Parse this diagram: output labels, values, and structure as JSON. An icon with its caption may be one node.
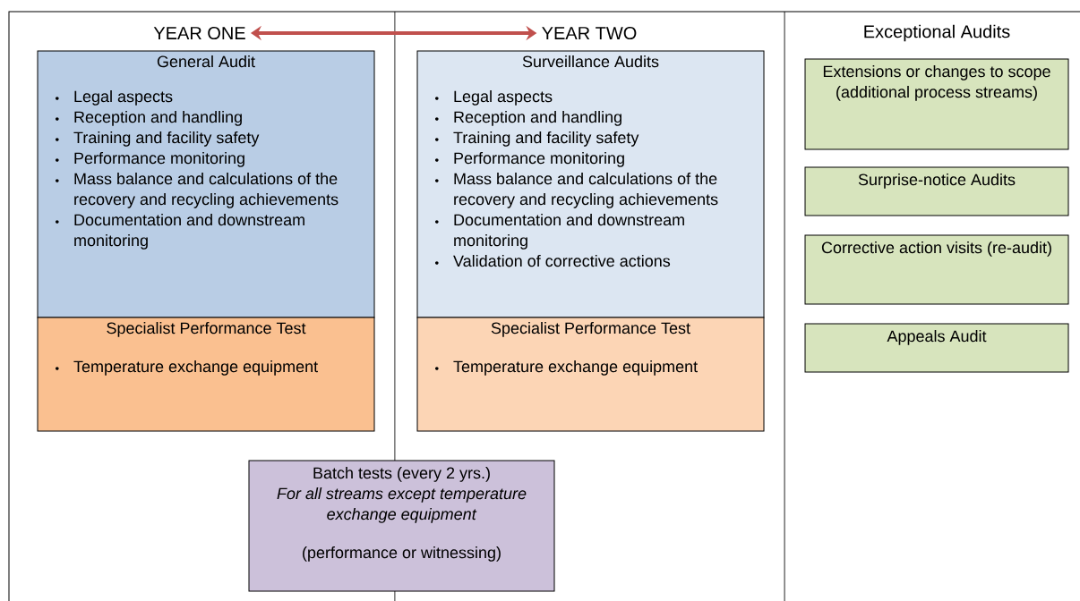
{
  "diagram": {
    "nodes": [
      {
        "text": [
          "YEAR ONE"
        ]
      },
      {
        "text": [
          "YEAR TWO"
        ]
      },
      {
        "text": [
          "General Audit",
          "Legal aspects",
          "Reception and handling",
          "Training and facility safety",
          "Performance monitoring",
          "Mass balance and calculations of the recovery and recycling achievements",
          "Documentation and downstream monitoring"
        ]
      },
      {
        "text": [
          "Specialist Performance Test",
          "Temperature exchange equipment"
        ]
      },
      {
        "text": [
          "Surveillance Audits",
          "Legal aspects",
          "Reception and handling",
          "Training and facility safety",
          "Performance monitoring",
          "Mass balance and calculations of the recovery and recycling achievements",
          "Documentation and downstream monitoring",
          "Validation of corrective actions"
        ]
      },
      {
        "text": [
          "Specialist Performance Test",
          "Temperature exchange equipment"
        ]
      },
      {
        "text": [
          "Batch tests (every 2 yrs.)",
          "*For all streams except temperature exchange equipment*",
          "(performance or witnessing)"
        ]
      },
      {
        "text": [
          "Extensions or changes to scope (additional process streams)"
        ]
      },
      {
        "text": [
          "Surprise-notice Audits"
        ]
      },
      {
        "text": [
          "Corrective action visits (re-audit)"
        ]
      },
      {
        "text": [
          "Appeals Audit"
        ]
      }
    ],
    "edges": [
      {
        "from": 0,
        "to": 1,
        "arrow": "both",
        "color": "#c0504d"
      }
    ],
    "labels": [
      "Exceptional Audits"
    ]
  }
}
